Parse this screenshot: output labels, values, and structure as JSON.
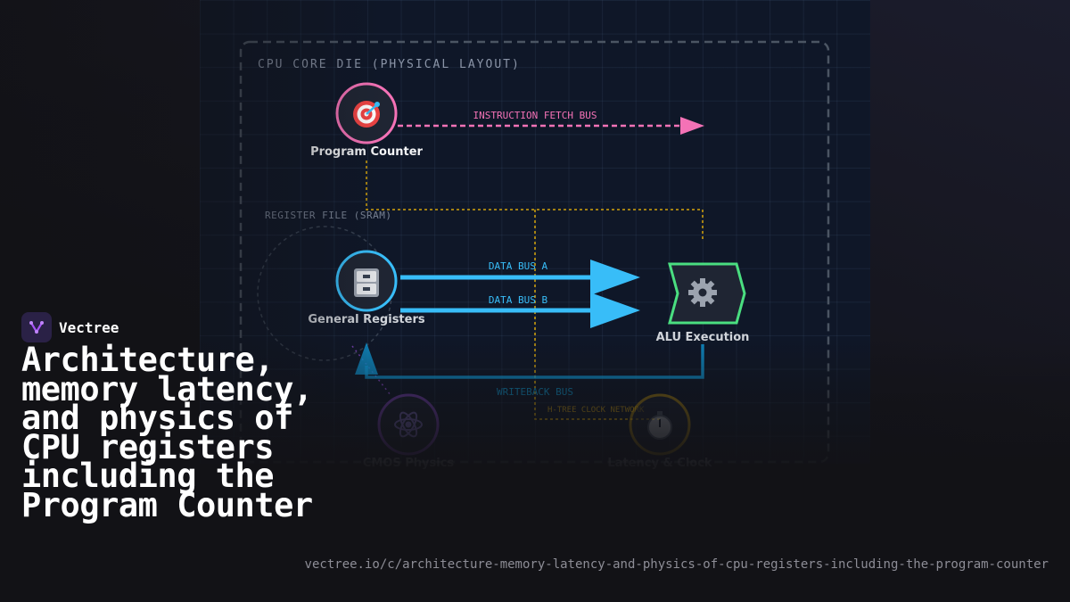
{
  "diagram": {
    "die_title": "CPU CORE DIE (PHYSICAL LAYOUT)",
    "register_file_label": "REGISTER FILE (SRAM)",
    "nodes": {
      "program_counter": {
        "label": "Program Counter",
        "icon": "target-icon"
      },
      "general_registers": {
        "label": "General Registers",
        "icon": "file-cabinet-icon"
      },
      "alu": {
        "label": "ALU Execution",
        "icon": "gear-icon"
      },
      "cmos": {
        "label": "CMOS Physics",
        "icon": "atom-icon"
      },
      "latency": {
        "label": "Latency & Clock",
        "icon": "stopwatch-icon"
      }
    },
    "buses": {
      "fetch": "INSTRUCTION FETCH BUS",
      "data_a": "DATA BUS A",
      "data_b": "DATA BUS B",
      "writeback": "WRITEBACK BUS",
      "clock": "H-TREE CLOCK NETWORK"
    },
    "colors": {
      "fetch": "#f472b6",
      "data_bus": "#38bdf8",
      "clock": "#eab308",
      "alu": "#4ade80",
      "program_counter": "#f472b6",
      "general_registers": "#38bdf8",
      "cmos": "#a855f7",
      "latency": "#eab308"
    }
  },
  "brand": {
    "name": "Vectree"
  },
  "headline": "Architecture, memory latency, and physics of CPU registers including the Program Counter",
  "url": "vectree.io/c/architecture-memory-latency-and-physics-of-cpu-registers-including-the-program-counter"
}
